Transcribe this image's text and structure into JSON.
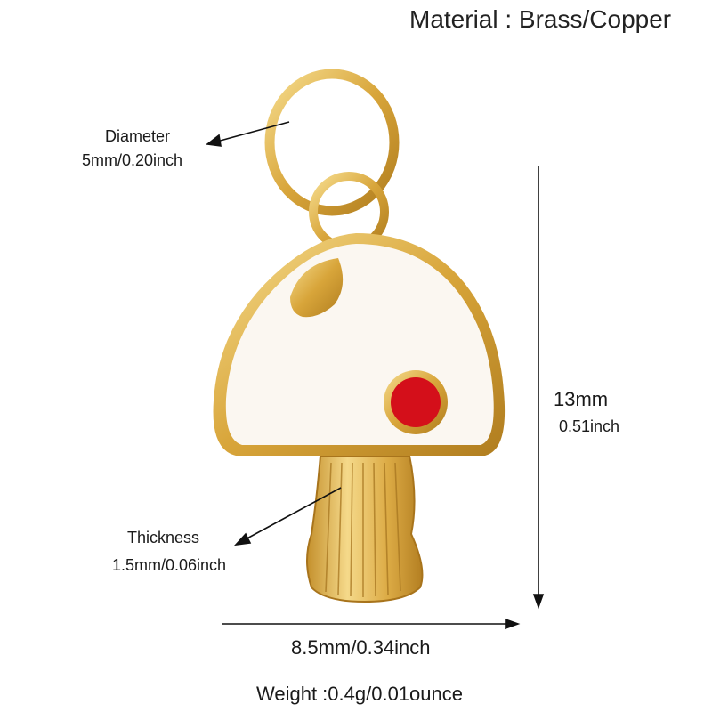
{
  "material": "Material : Brass/Copper",
  "annotations": {
    "diameter_label": "Diameter",
    "diameter_value": "5mm/0.20inch",
    "height_mm": "13mm",
    "height_inch": "0.51inch",
    "thickness_label": "Thickness",
    "thickness_value": "1.5mm/0.06inch",
    "width": "8.5mm/0.34inch",
    "weight": "Weight :0.4g/0.01ounce"
  },
  "colors": {
    "gold": "#d9a93a",
    "gold_light": "#f3d27a",
    "enamel_white": "#fbf7f1",
    "enamel_red": "#d40f1a"
  }
}
